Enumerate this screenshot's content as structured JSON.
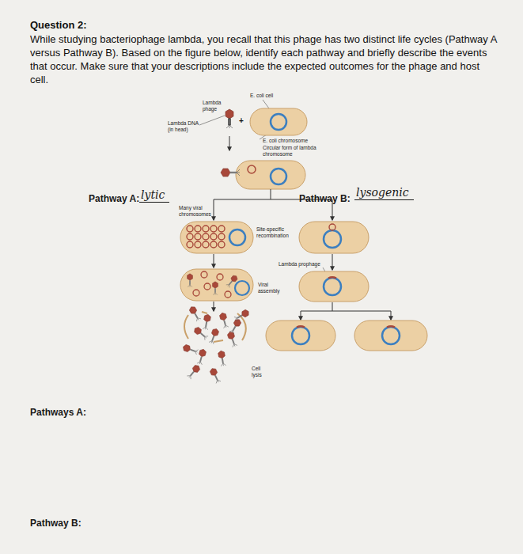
{
  "diagram": {
    "title": "Question 2:",
    "labels": [
      "While studying bacteriophage lambda, you recall that this phage has two distinct life cycles (Pathway A versus Pathway B). Based on the figure below, identify each pathway and briefly describe the events that occur. Make sure that your descriptions include the expected outcomes for the phage and host cell.",
      "Lambda phage",
      "E. coli cell",
      "Lambda DNA (in head)",
      "+",
      "E. coli chromosome",
      "Circular form of lambda chromosome",
      "Pathway A:",
      "lytic",
      "Pathway B:",
      "lysogenic",
      "Many viral chromosomes",
      "Site-specific recombination",
      "Lambda prophage",
      "Viral assembly",
      "Cell lysis",
      "Pathways A:",
      "Pathway B:"
    ]
  }
}
